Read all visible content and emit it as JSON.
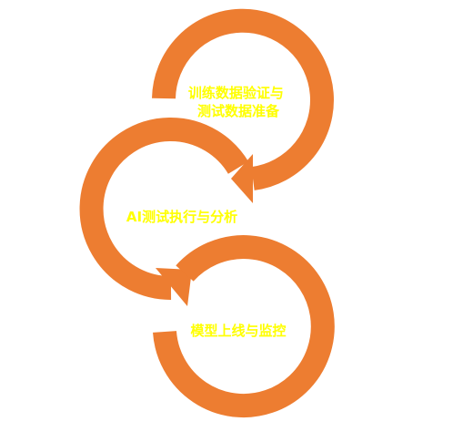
{
  "diagram": {
    "colors": {
      "ring": "#ED7D31",
      "label": "#FFFF00",
      "background": "#FFFFFF"
    },
    "steps": [
      {
        "label_line1": "训练数据验证与",
        "label_line2": "测试数据准备"
      },
      {
        "label_line1": "AI测试执行与分析"
      },
      {
        "label_line1": "模型上线与监控"
      }
    ]
  }
}
